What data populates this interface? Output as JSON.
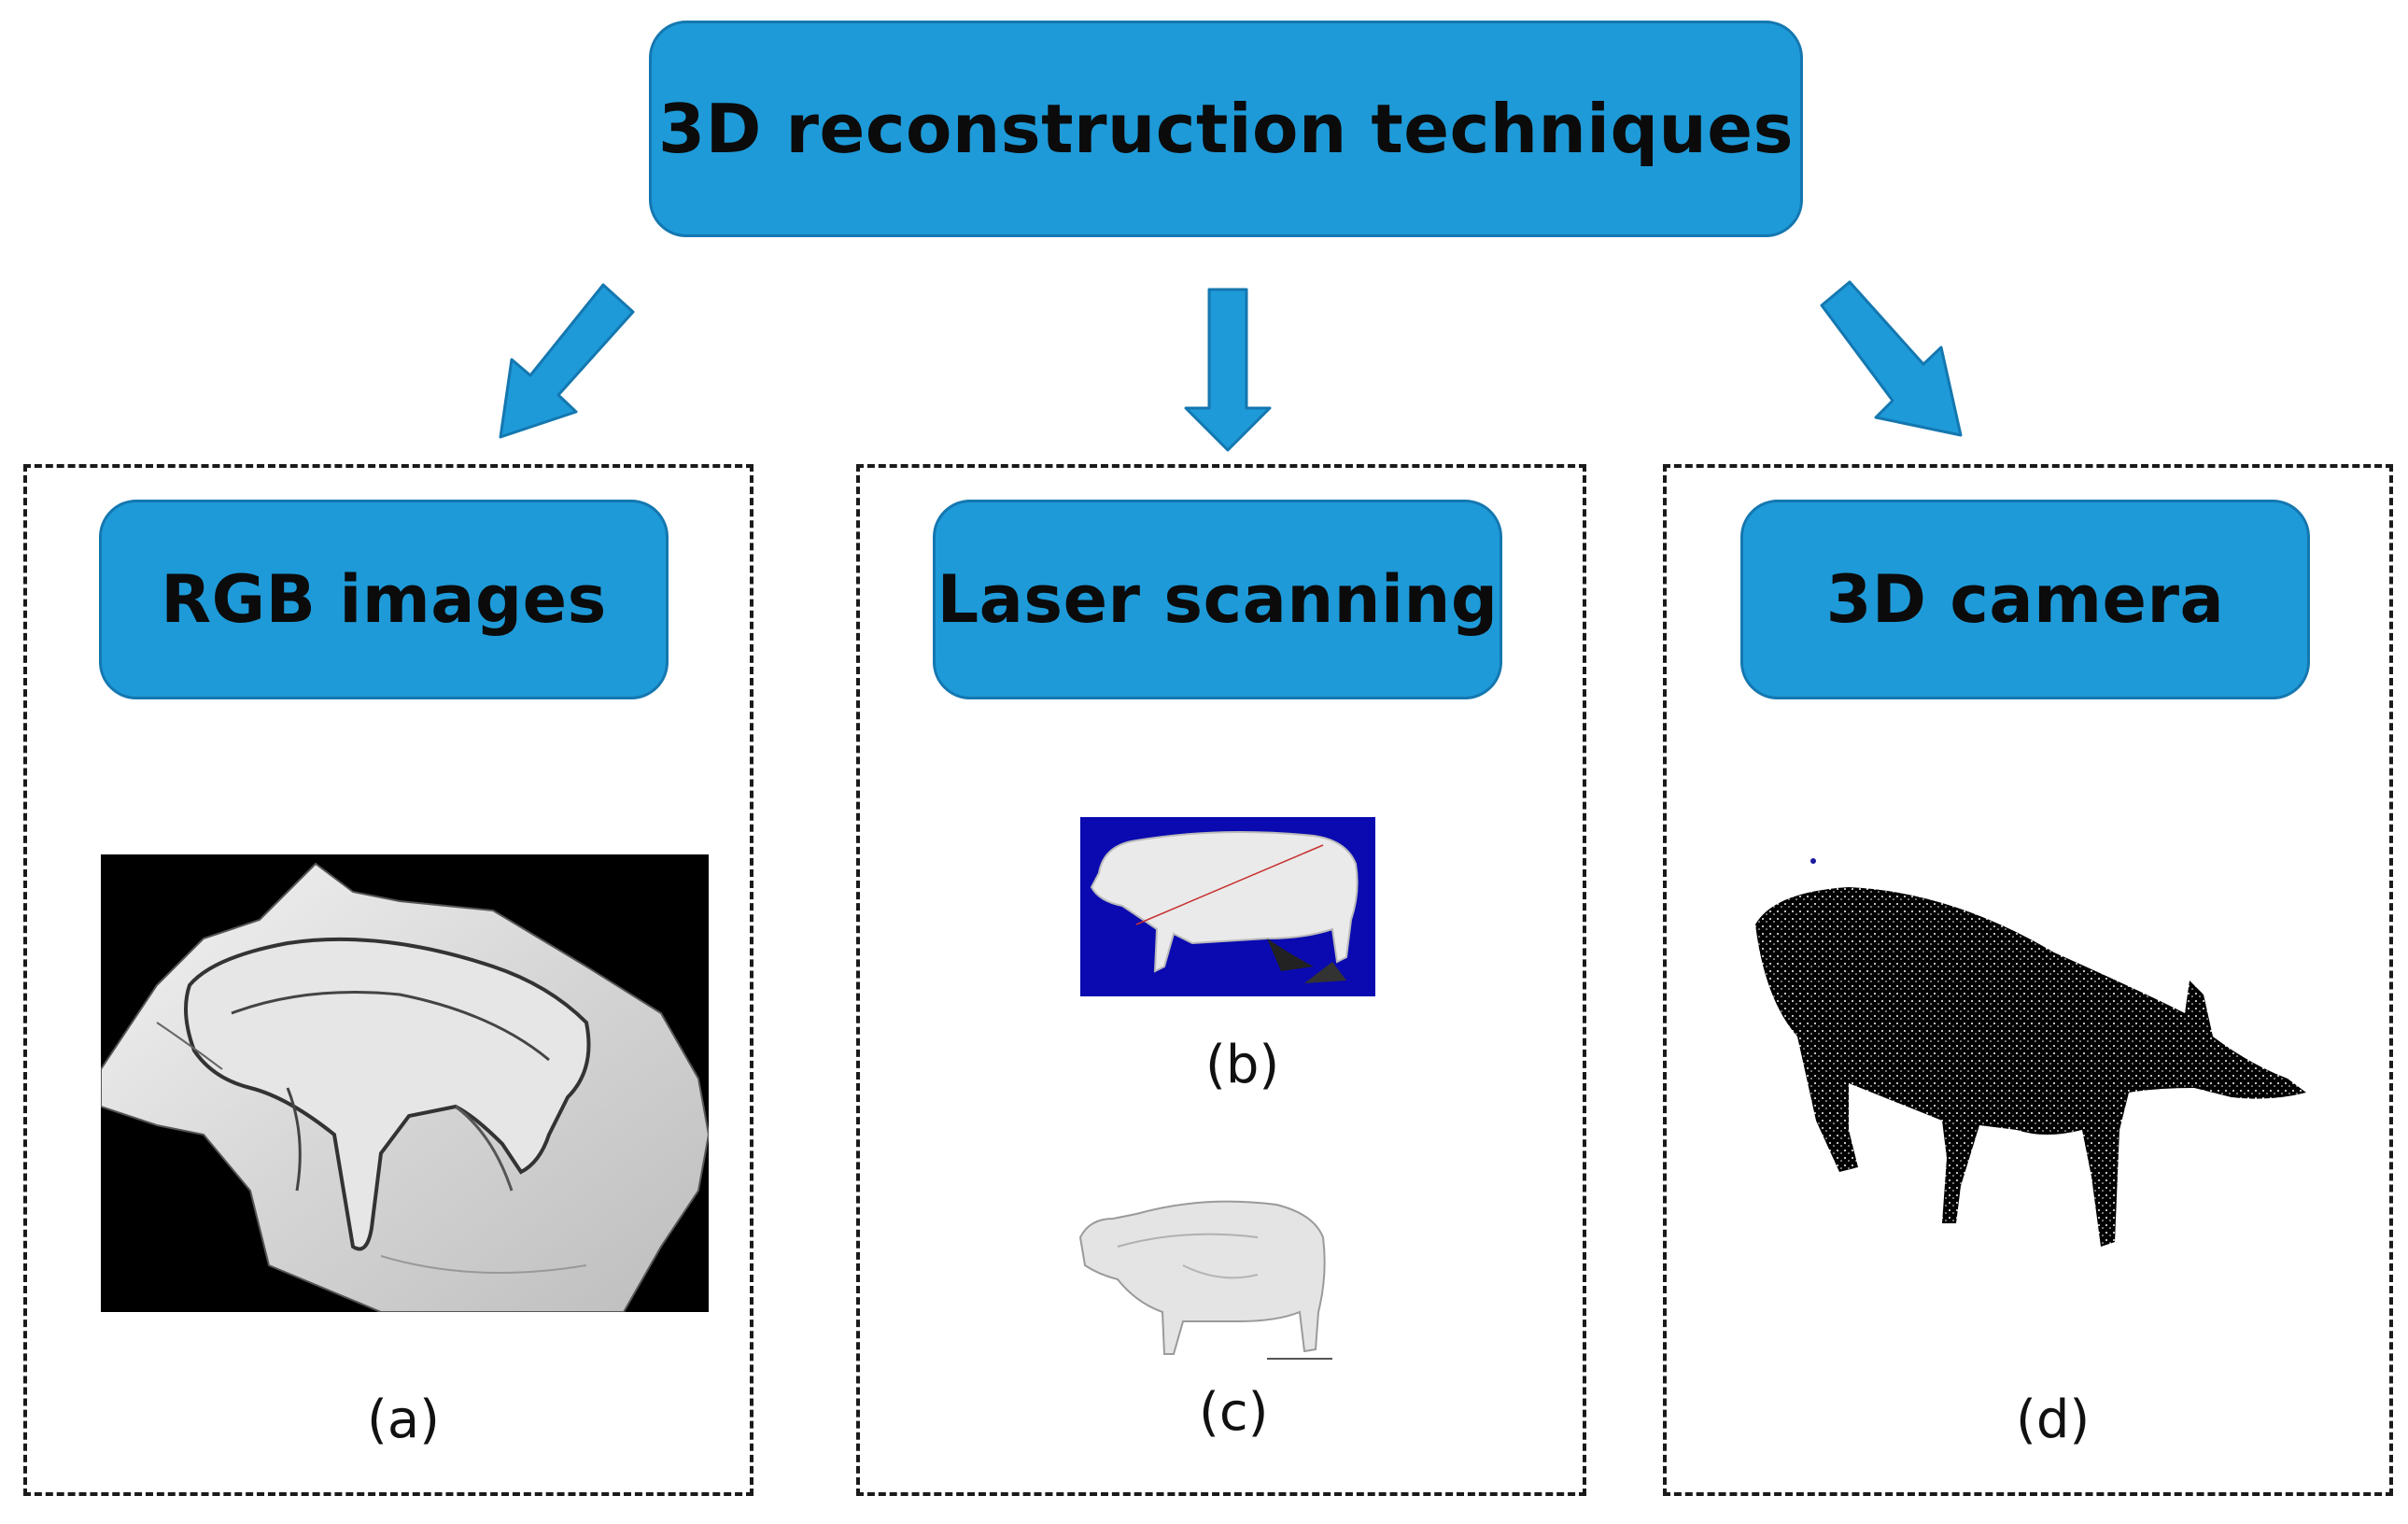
{
  "title": "3D reconstruction techniques",
  "categories": [
    {
      "label": "RGB images"
    },
    {
      "label": "Laser scanning"
    },
    {
      "label": "3D camera"
    }
  ],
  "captions": {
    "a": "(a)",
    "b": "(b)",
    "c": "(c)",
    "d": "(d)"
  },
  "colors": {
    "box_fill": "#1e9ad8",
    "box_border": "#1477b0",
    "arrow": "#1e9ad8",
    "scan_background": "#0a0ab0"
  }
}
